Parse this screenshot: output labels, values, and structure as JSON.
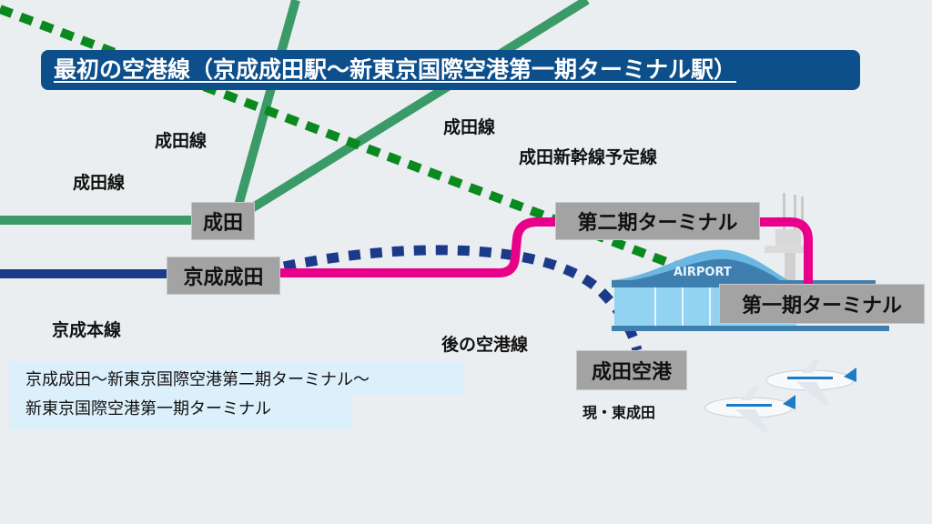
{
  "title": "最初の空港線（京成成田駅〜新東京国際空港第一期ターミナル駅）",
  "stations": {
    "narita": "成田",
    "keisei_narita": "京成成田",
    "terminal2": "第二期ターミナル",
    "terminal1": "第一期ターミナル",
    "narita_airport": "成田空港"
  },
  "line_labels": {
    "narita_line_a": "成田線",
    "narita_line_b": "成田線",
    "narita_line_c": "成田線",
    "shinkansen": "成田新幹線予定線",
    "keisei_main": "京成本線",
    "later_airport_line": "後の空港線",
    "current_name": "現・東成田"
  },
  "info": {
    "line1": "京成成田〜新東京国際空港第二期ターミナル〜",
    "line2": "新東京国際空港第一期ターミナル"
  },
  "airport_sign": "AIRPORT",
  "colors": {
    "jr_line": "#3a9a68",
    "shinkansen": "#0a8a1e",
    "keisei": "#1c3a8a",
    "airport_line": "#e8008a",
    "title_bg": "#0d4f8b",
    "station_bg": "#a3a3a3"
  }
}
